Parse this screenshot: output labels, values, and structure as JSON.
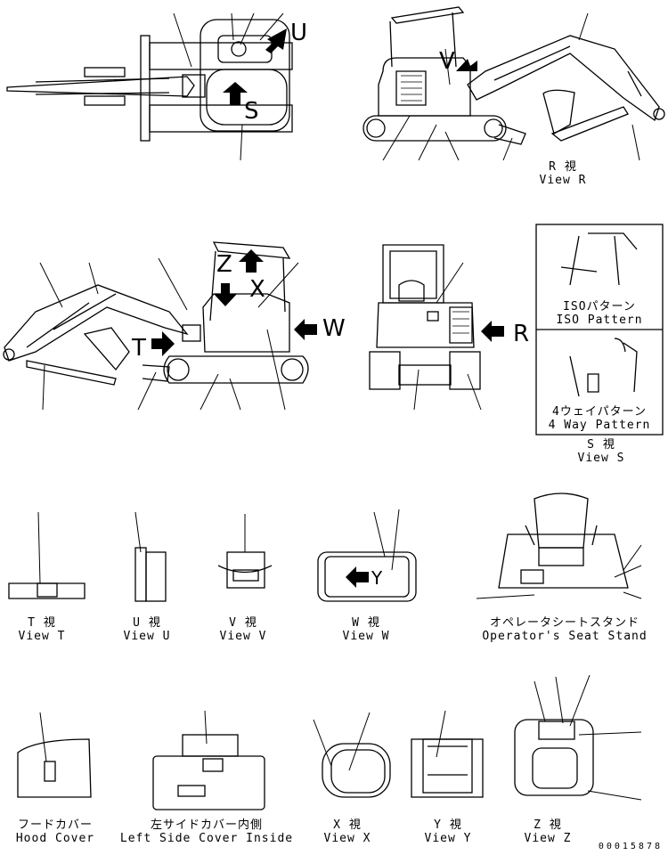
{
  "views": {
    "R": {
      "jp": "R 視",
      "en": "View R"
    },
    "S": {
      "jp": "S 視",
      "en": "View S"
    },
    "T": {
      "jp": "T 視",
      "en": "View T"
    },
    "U": {
      "jp": "U 視",
      "en": "View U"
    },
    "V": {
      "jp": "V 視",
      "en": "View V"
    },
    "W": {
      "jp": "W 視",
      "en": "View W"
    },
    "X": {
      "jp": "X 視",
      "en": "View X"
    },
    "Y": {
      "jp": "Y 視",
      "en": "View Y"
    },
    "Z": {
      "jp": "Z 視",
      "en": "View Z"
    }
  },
  "patterns": {
    "iso": {
      "jp": "ISOパターン",
      "en": "ISO Pattern"
    },
    "four_way": {
      "jp": "4ウェイパターン",
      "en": "4 Way Pattern"
    }
  },
  "parts": {
    "seat_stand": {
      "jp": "オペレータシートスタンド",
      "en": "Operator's Seat Stand"
    },
    "hood_cover": {
      "jp": "フードカバー",
      "en": "Hood Cover"
    },
    "left_side_cover": {
      "jp": "左サイドカバー内側",
      "en": "Left Side Cover Inside"
    }
  },
  "markers": {
    "U": "U",
    "V": "V",
    "S": "S",
    "T": "T",
    "Z": "Z",
    "X": "X",
    "Y": "Y",
    "W": "W",
    "R": "R"
  },
  "doc_number": "00015878"
}
